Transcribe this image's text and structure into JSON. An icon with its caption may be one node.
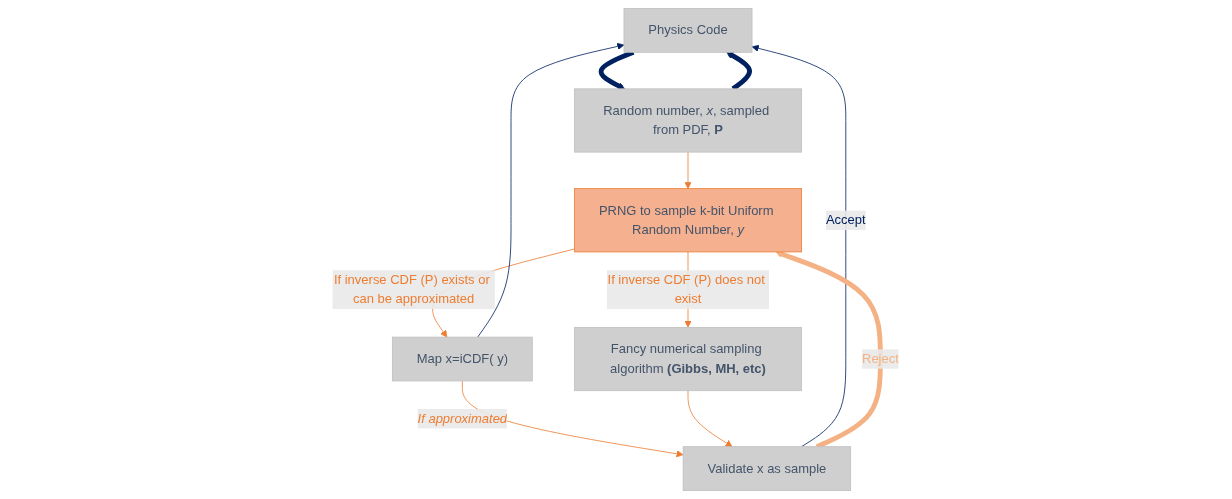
{
  "diagram": {
    "nodes": [
      {
        "text": [
          "Physics Code"
        ]
      },
      {
        "text": [
          "Random number, *x*, sampled from PDF, **P**"
        ]
      },
      {
        "text": [
          "PRNG to sample k-bit Uniform Random Number, *y*"
        ]
      },
      {
        "text": [
          "Map x=iCDF( y)"
        ]
      },
      {
        "text": [
          "Fancy numerical sampling algorithm **(Gibbs, MH, etc)**"
        ]
      },
      {
        "text": [
          "Validate x as sample"
        ]
      }
    ],
    "edges": [
      {
        "from": 0,
        "to": 1,
        "arrow": "to",
        "style": "thick",
        "color": "#002060"
      },
      {
        "from": 1,
        "to": 0,
        "arrow": "to",
        "style": "thick",
        "color": "#002060"
      },
      {
        "from": 1,
        "to": 2,
        "arrow": "to"
      },
      {
        "from": 2,
        "to": 3,
        "arrow": "to",
        "label": "If inverse CDF (P) exists or can be approximated"
      },
      {
        "from": 2,
        "to": 4,
        "arrow": "to",
        "label": "If inverse CDF (P) does not exist"
      },
      {
        "from": 3,
        "to": 5,
        "arrow": "to",
        "label": "If approximated"
      },
      {
        "from": 3,
        "to": 0,
        "arrow": "to",
        "color": "#002060"
      },
      {
        "from": 4,
        "to": 5,
        "arrow": "to"
      },
      {
        "from": 5,
        "to": 0,
        "arrow": "to",
        "label": "Accept",
        "color": "#002060"
      },
      {
        "from": 5,
        "to": 2,
        "arrow": "to",
        "label": "Reject",
        "style": "thick",
        "color": "#f4b183"
      }
    ]
  }
}
